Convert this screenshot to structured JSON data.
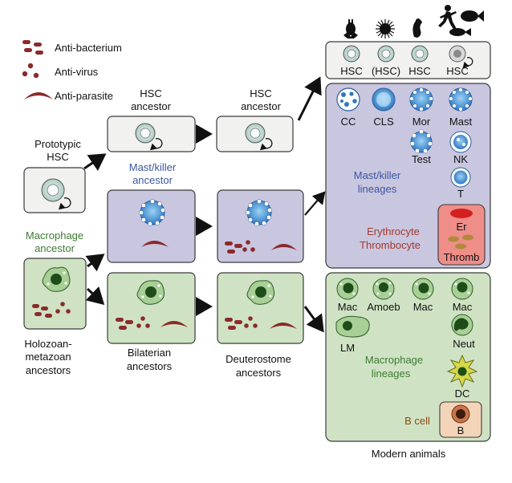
{
  "legend": {
    "anti_bacterium": "Anti-bacterium",
    "anti_virus": "Anti-virus",
    "anti_parasite": "Anti-parasite"
  },
  "labels": {
    "prototypic_hsc_1": "Prototypic",
    "prototypic_hsc_2": "HSC",
    "hsc_ancestor_1a": "HSC",
    "hsc_ancestor_1b": "ancestor",
    "hsc_ancestor_2a": "HSC",
    "hsc_ancestor_2b": "ancestor",
    "mast_killer_ancestor_1": "Mast/killer",
    "mast_killer_ancestor_2": "ancestor",
    "macrophage_ancestor_1": "Macrophage",
    "macrophage_ancestor_2": "ancestor",
    "holozoan_1": "Holozoan-",
    "holozoan_2": "metazoan",
    "holozoan_3": "ancestors",
    "bilaterian_1": "Bilaterian",
    "bilaterian_2": "ancestors",
    "deuterostome_1": "Deuterostome",
    "deuterostome_2": "ancestors",
    "modern_animals": "Modern animals"
  },
  "hsc_row": [
    "HSC",
    "(HSC)",
    "HSC",
    "HSC"
  ],
  "mast_cells": [
    "CC",
    "CLS",
    "Mor",
    "Mast",
    "Test",
    "NK",
    "T"
  ],
  "mast_lineages_1": "Mast/killer",
  "mast_lineages_2": "lineages",
  "erythrocyte": "Erythrocyte",
  "thrombocyte": "Thrombocyte",
  "er": "Er",
  "thromb": "Thromb",
  "macro_cells": [
    "Mac",
    "Amoeb",
    "Mac",
    "Mac",
    "LM",
    "Neut",
    "DC"
  ],
  "macro_lineages_1": "Macrophage",
  "macro_lineages_2": "lineages",
  "b_cell_label": "B cell",
  "b_cell": "B",
  "colors": {
    "purple_box": "#c9c6e0",
    "green_box": "#cfe3c4",
    "grey_box": "#f1f2f0",
    "parasite_red": "#8b2a2a",
    "cell_blue": "#4a8fd0",
    "macrophage_green": "#a8cf96",
    "nucleus_dark": "#1f4d1a"
  }
}
